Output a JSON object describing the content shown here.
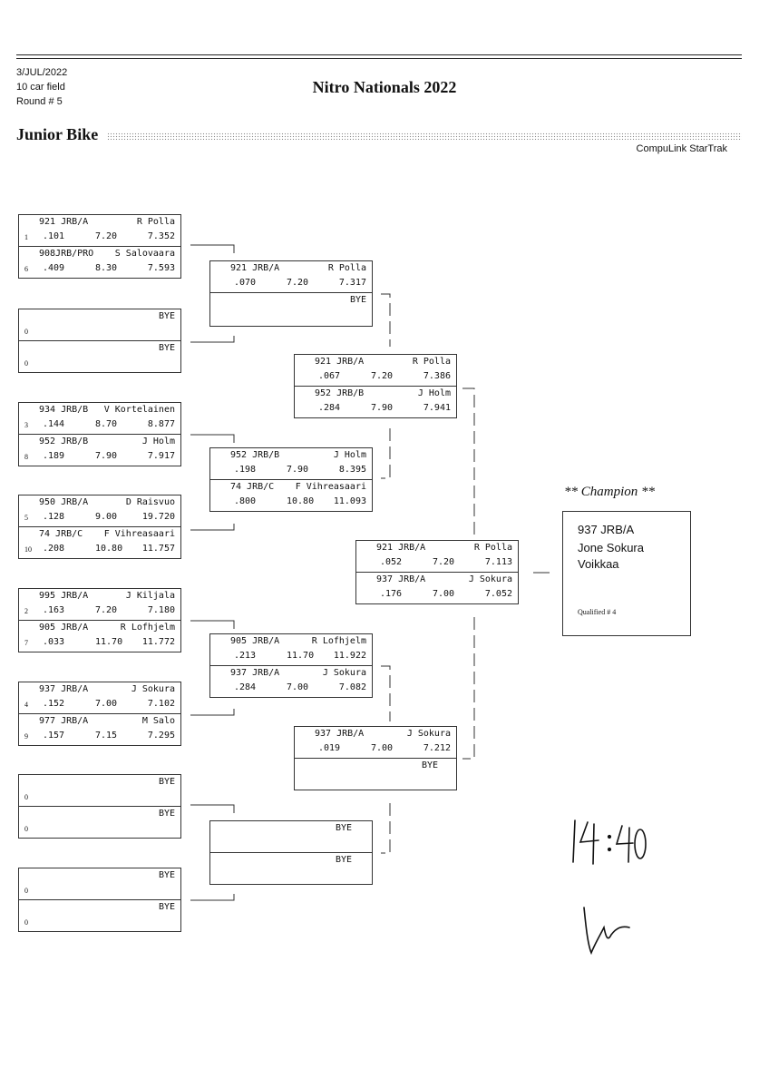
{
  "header": {
    "date": "3/JUL/2022",
    "field": "10 car field",
    "round": "Round # 5",
    "event_title": "Nitro Nationals 2022",
    "class_title": "Junior Bike",
    "system": "CompuLink StarTrak"
  },
  "round1": [
    {
      "top": {
        "seed": "1",
        "car": "921 JRB/A",
        "driver": "R Polla",
        "rt": ".101",
        "index": "7.20",
        "et": "7.352"
      },
      "bottom": {
        "seed": "6",
        "car": "908JRB/PRO",
        "driver": "S Salovaara",
        "rt": ".409",
        "index": "8.30",
        "et": "7.593"
      }
    },
    {
      "top": {
        "seed": "0",
        "bye": "BYE"
      },
      "bottom": {
        "seed": "0",
        "bye": "BYE"
      }
    },
    {
      "top": {
        "seed": "3",
        "car": "934 JRB/B",
        "driver": "V Kortelainen",
        "rt": ".144",
        "index": "8.70",
        "et": "8.877"
      },
      "bottom": {
        "seed": "8",
        "car": "952 JRB/B",
        "driver": "J Holm",
        "rt": ".189",
        "index": "7.90",
        "et": "7.917"
      }
    },
    {
      "top": {
        "seed": "5",
        "car": "950 JRB/A",
        "driver": "D Raisvuo",
        "rt": ".128",
        "index": "9.00",
        "et": "19.720"
      },
      "bottom": {
        "seed": "10",
        "car": "74 JRB/C",
        "driver": "F Vihreasaari",
        "rt": ".208",
        "index": "10.80",
        "et": "11.757"
      }
    },
    {
      "top": {
        "seed": "2",
        "car": "995 JRB/A",
        "driver": "J Kiljala",
        "rt": ".163",
        "index": "7.20",
        "et": "7.180"
      },
      "bottom": {
        "seed": "7",
        "car": "905 JRB/A",
        "driver": "R Lofhjelm",
        "rt": ".033",
        "index": "11.70",
        "et": "11.772"
      }
    },
    {
      "top": {
        "seed": "4",
        "car": "937 JRB/A",
        "driver": "J Sokura",
        "rt": ".152",
        "index": "7.00",
        "et": "7.102"
      },
      "bottom": {
        "seed": "9",
        "car": "977 JRB/A",
        "driver": "M Salo",
        "rt": ".157",
        "index": "7.15",
        "et": "7.295"
      }
    },
    {
      "top": {
        "seed": "0",
        "bye": "BYE"
      },
      "bottom": {
        "seed": "0",
        "bye": "BYE"
      }
    },
    {
      "top": {
        "seed": "0",
        "bye": "BYE"
      },
      "bottom": {
        "seed": "0",
        "bye": "BYE"
      }
    }
  ],
  "round2": [
    {
      "top": {
        "car": "921 JRB/A",
        "driver": "R Polla",
        "rt": ".070",
        "index": "7.20",
        "et": "7.317"
      },
      "bottom": {
        "bye": "BYE"
      }
    },
    {
      "top": {
        "car": "952 JRB/B",
        "driver": "J Holm",
        "rt": ".198",
        "index": "7.90",
        "et": "8.395"
      },
      "bottom": {
        "car": "74 JRB/C",
        "driver": "F Vihreasaari",
        "rt": ".800",
        "index": "10.80",
        "et": "11.093"
      }
    },
    {
      "top": {
        "car": "905 JRB/A",
        "driver": "R Lofhjelm",
        "rt": ".213",
        "index": "11.70",
        "et": "11.922"
      },
      "bottom": {
        "car": "937 JRB/A",
        "driver": "J Sokura",
        "rt": ".284",
        "index": "7.00",
        "et": "7.082"
      }
    },
    {
      "top": {
        "bye": "BYE"
      },
      "bottom": {
        "bye": "BYE"
      }
    }
  ],
  "round3": [
    {
      "top": {
        "car": "921 JRB/A",
        "driver": "R Polla",
        "rt": ".067",
        "index": "7.20",
        "et": "7.386"
      },
      "bottom": {
        "car": "952 JRB/B",
        "driver": "J Holm",
        "rt": ".284",
        "index": "7.90",
        "et": "7.941"
      }
    },
    {
      "top": {
        "car": "937 JRB/A",
        "driver": "J Sokura",
        "rt": ".019",
        "index": "7.00",
        "et": "7.212"
      },
      "bottom": {
        "bye": "BYE"
      }
    }
  ],
  "final": [
    {
      "top": {
        "car": "921 JRB/A",
        "driver": "R Polla",
        "rt": ".052",
        "index": "7.20",
        "et": "7.113"
      },
      "bottom": {
        "car": "937 JRB/A",
        "driver": "J Sokura",
        "rt": ".176",
        "index": "7.00",
        "et": "7.052"
      }
    }
  ],
  "champion": {
    "heading": "** Champion **",
    "car": "937  JRB/A",
    "driver": "Jone Sokura",
    "hometown": "Voikkaa",
    "qualified": "Qualified # 4"
  },
  "handwriting": {
    "time": "14:40"
  }
}
